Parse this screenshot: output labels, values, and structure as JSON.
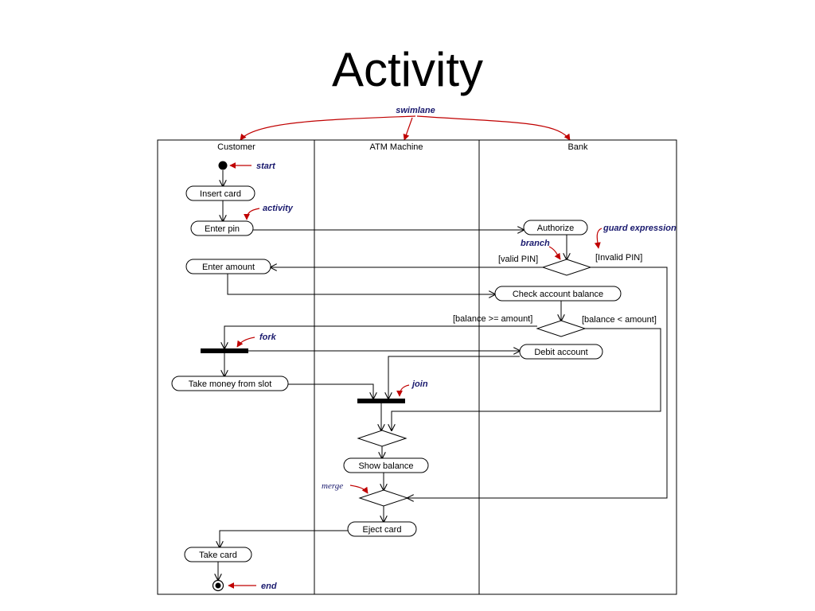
{
  "title": "Activity",
  "swimlanes": {
    "annotation": "swimlane",
    "lanes": [
      "Customer",
      "ATM Machine",
      "Bank"
    ]
  },
  "activities": {
    "insert_card": "Insert card",
    "enter_pin": "Enter pin",
    "enter_amount": "Enter amount",
    "take_money": "Take money from slot",
    "take_card": "Take card",
    "show_balance": "Show balance",
    "eject_card": "Eject card",
    "authorize": "Authorize",
    "check_balance": "Check account balance",
    "debit_account": "Debit account"
  },
  "guards": {
    "valid_pin": "[valid PIN]",
    "invalid_pin": "[Invalid PIN]",
    "balance_ge": "[balance >= amount]",
    "balance_lt": "[balance < amount]"
  },
  "annotations": {
    "start": "start",
    "activity": "activity",
    "guard_expression": "guard expression",
    "branch": "branch",
    "fork": "fork",
    "join": "join",
    "merge": "merge",
    "end": "end"
  },
  "colors": {
    "annotation_text": "#1a1a6e",
    "annotation_arrow": "#c00000",
    "lines": "#000000"
  }
}
